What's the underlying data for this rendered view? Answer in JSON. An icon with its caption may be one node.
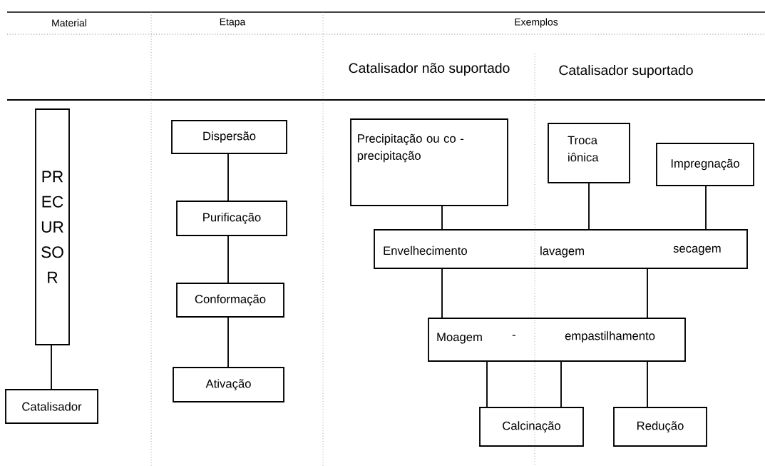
{
  "diagram": {
    "nodes": [
      {
        "text": [
          "PRECURSOR"
        ]
      },
      {
        "text": [
          "Catalisador"
        ]
      },
      {
        "text": [
          "Dispersão"
        ]
      },
      {
        "text": [
          "Purificação"
        ]
      },
      {
        "text": [
          "Conformação"
        ]
      },
      {
        "text": [
          "Ativação"
        ]
      },
      {
        "text": [
          "Precipitação ou co - precipitação"
        ]
      },
      {
        "text": [
          "Troca iônica"
        ]
      },
      {
        "text": [
          "Impregnação"
        ]
      },
      {
        "text": [
          "Envelhecimento",
          "lavagem",
          "secagem"
        ]
      },
      {
        "text": [
          "Moagem",
          "-",
          "empastilhamento"
        ]
      },
      {
        "text": [
          "Calcinação"
        ]
      },
      {
        "text": [
          "Redução"
        ]
      }
    ],
    "edges": [
      {
        "from": 0,
        "to": 1,
        "arrow": "none"
      },
      {
        "from": 2,
        "to": 3,
        "arrow": "none"
      },
      {
        "from": 3,
        "to": 4,
        "arrow": "none"
      },
      {
        "from": 4,
        "to": 5,
        "arrow": "none"
      },
      {
        "from": 6,
        "to": 9,
        "arrow": "none"
      },
      {
        "from": 7,
        "to": 9,
        "arrow": "none"
      },
      {
        "from": 8,
        "to": 9,
        "arrow": "none"
      },
      {
        "from": 9,
        "to": 10,
        "arrow": "none"
      },
      {
        "from": 9,
        "to": 10,
        "arrow": "none"
      },
      {
        "from": 10,
        "to": 11,
        "arrow": "none"
      },
      {
        "from": 10,
        "to": 11,
        "arrow": "none"
      },
      {
        "from": 10,
        "to": 12,
        "arrow": "none"
      }
    ],
    "labels": [
      "Material",
      "Etapa",
      "Exemplos",
      "Catalisador não suportado",
      "Catalisador suportado"
    ]
  }
}
